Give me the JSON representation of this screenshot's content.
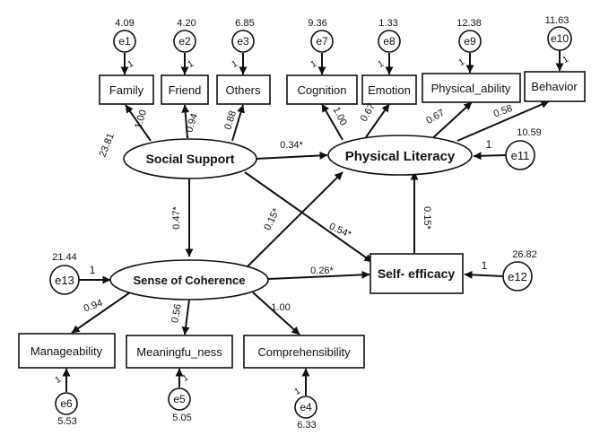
{
  "latent": {
    "social_support": "Social Support",
    "physical_literacy": "Physical Literacy",
    "sense_of_coherence": "Sense of Coherence"
  },
  "observed": {
    "family": "Family",
    "friend": "Friend",
    "others": "Others",
    "cognition": "Cognition",
    "emotion": "Emotion",
    "physical_ability": "Physical_ability",
    "behavior": "Behavior",
    "self_efficacy": "Self- efficacy",
    "manageability": "Manageability",
    "meaningfulness": "Meaningfu_ness",
    "comprehensibility": "Comprehensibility"
  },
  "errors": {
    "e1": {
      "name": "e1",
      "variance": "4.09"
    },
    "e2": {
      "name": "e2",
      "variance": "4.20"
    },
    "e3": {
      "name": "e3",
      "variance": "6.85"
    },
    "e7": {
      "name": "e7",
      "variance": "9.36"
    },
    "e8": {
      "name": "e8",
      "variance": "1.33"
    },
    "e9": {
      "name": "e9",
      "variance": "12.38"
    },
    "e10": {
      "name": "e10",
      "variance": "11.63"
    },
    "e11": {
      "name": "e11",
      "variance": "10.59"
    },
    "e12": {
      "name": "e12",
      "variance": "26.82"
    },
    "e13": {
      "name": "e13",
      "variance": "21.44"
    },
    "e6": {
      "name": "e6",
      "variance": "5.53"
    },
    "e5": {
      "name": "e5",
      "variance": "5.05"
    },
    "e4": {
      "name": "e4",
      "variance": "6.33"
    }
  },
  "social_support_variance": "23.81",
  "error_path_label": "1",
  "loadings": {
    "family": "1.00",
    "friend": "0.94",
    "others": "0.88",
    "cognition": "1.00",
    "emotion": "0.67",
    "physical_ability": "0.67",
    "behavior": "0.58",
    "manageability": "0.94",
    "meaningfulness": "0.56",
    "comprehensibility": "1.00"
  },
  "paths": {
    "ss_to_pl": "0.34*",
    "ss_to_soc": "0.47*",
    "soc_to_pl": "0.15*",
    "ss_to_se": "0.54*",
    "soc_to_se": "0.26*",
    "se_to_pl": "0.15*"
  }
}
